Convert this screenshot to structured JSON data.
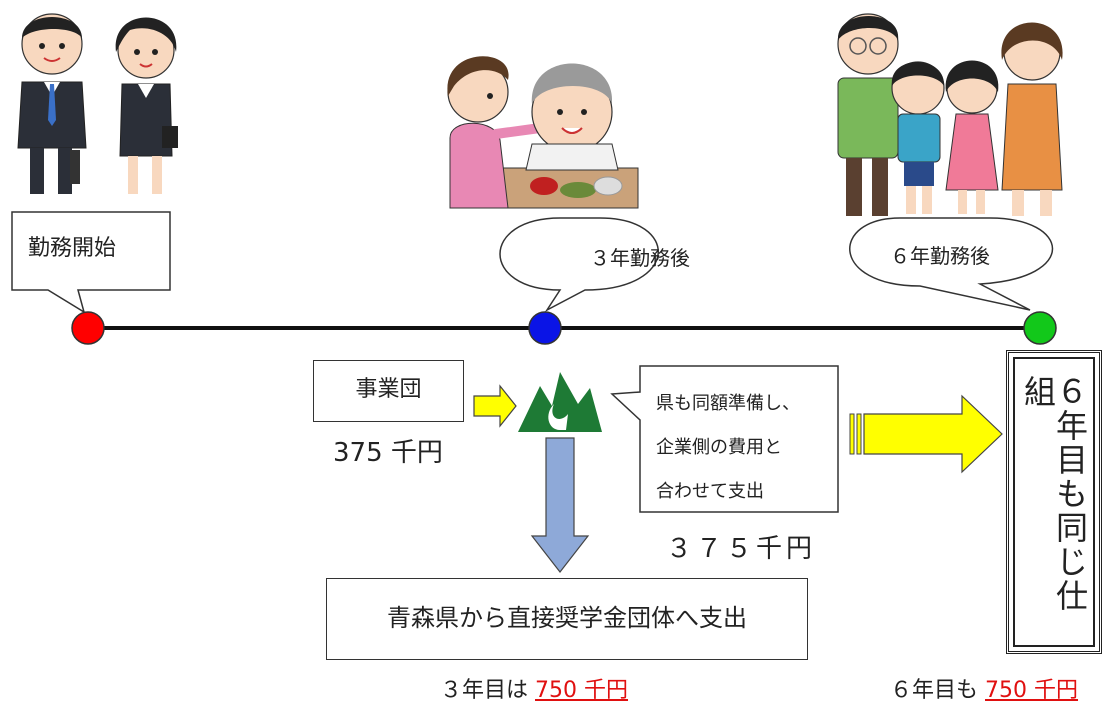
{
  "labels": {
    "start": "勤務開始",
    "after3": "３年勤務後",
    "after6": "６年勤務後",
    "jigyodan": "事業団",
    "jigyodan_amount": "375 千円",
    "pref_note_line1": "県も同額準備し、",
    "pref_note_line2": "企業側の費用と",
    "pref_note_line3": "合わせて支出",
    "pref_amount": "３７５千円",
    "direct": "青森県から直接奨学金団体へ支出",
    "year3_prefix": "３年目は",
    "year3_amount": "750 千円",
    "year6_prefix": "６年目も",
    "year6_amount": "750 千円",
    "same_system": "６年目も同じ仕組"
  },
  "colors": {
    "node_start": "#ff0000",
    "node_3yr": "#0a14e6",
    "node_6yr": "#12c81a",
    "arrow_yellow": "#ffff00",
    "arrow_blue": "#8ea9d8",
    "logo_green": "#1e7a35",
    "highlight_red": "#e01010"
  },
  "icons": {
    "business_people": "businessman-businesswoman-icon",
    "caregiver": "caregiver-feeding-elderly-icon",
    "family": "family-of-four-icon",
    "pref_logo": "aomori-prefecture-logo-icon"
  }
}
